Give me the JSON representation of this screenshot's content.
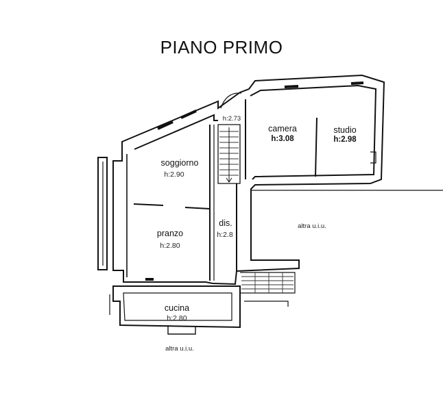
{
  "plan": {
    "title": "PIANO PRIMO",
    "rooms": {
      "soggiorno": {
        "name": "soggiorno",
        "height": "h:2.90"
      },
      "pranzo": {
        "name": "pranzo",
        "height": "h:2.80"
      },
      "dis": {
        "name": "dis.",
        "height": "h:2.8"
      },
      "cucina": {
        "name": "cucina",
        "height": "h:2.80"
      },
      "camera": {
        "name": "camera",
        "height": "h:3.08"
      },
      "studio": {
        "name": "studio",
        "height": "h:2.98"
      },
      "stair": {
        "height": "h:2.73"
      }
    },
    "neighbours": {
      "right": "altra u.i.u.",
      "bottom": "altra u.i.u."
    }
  }
}
